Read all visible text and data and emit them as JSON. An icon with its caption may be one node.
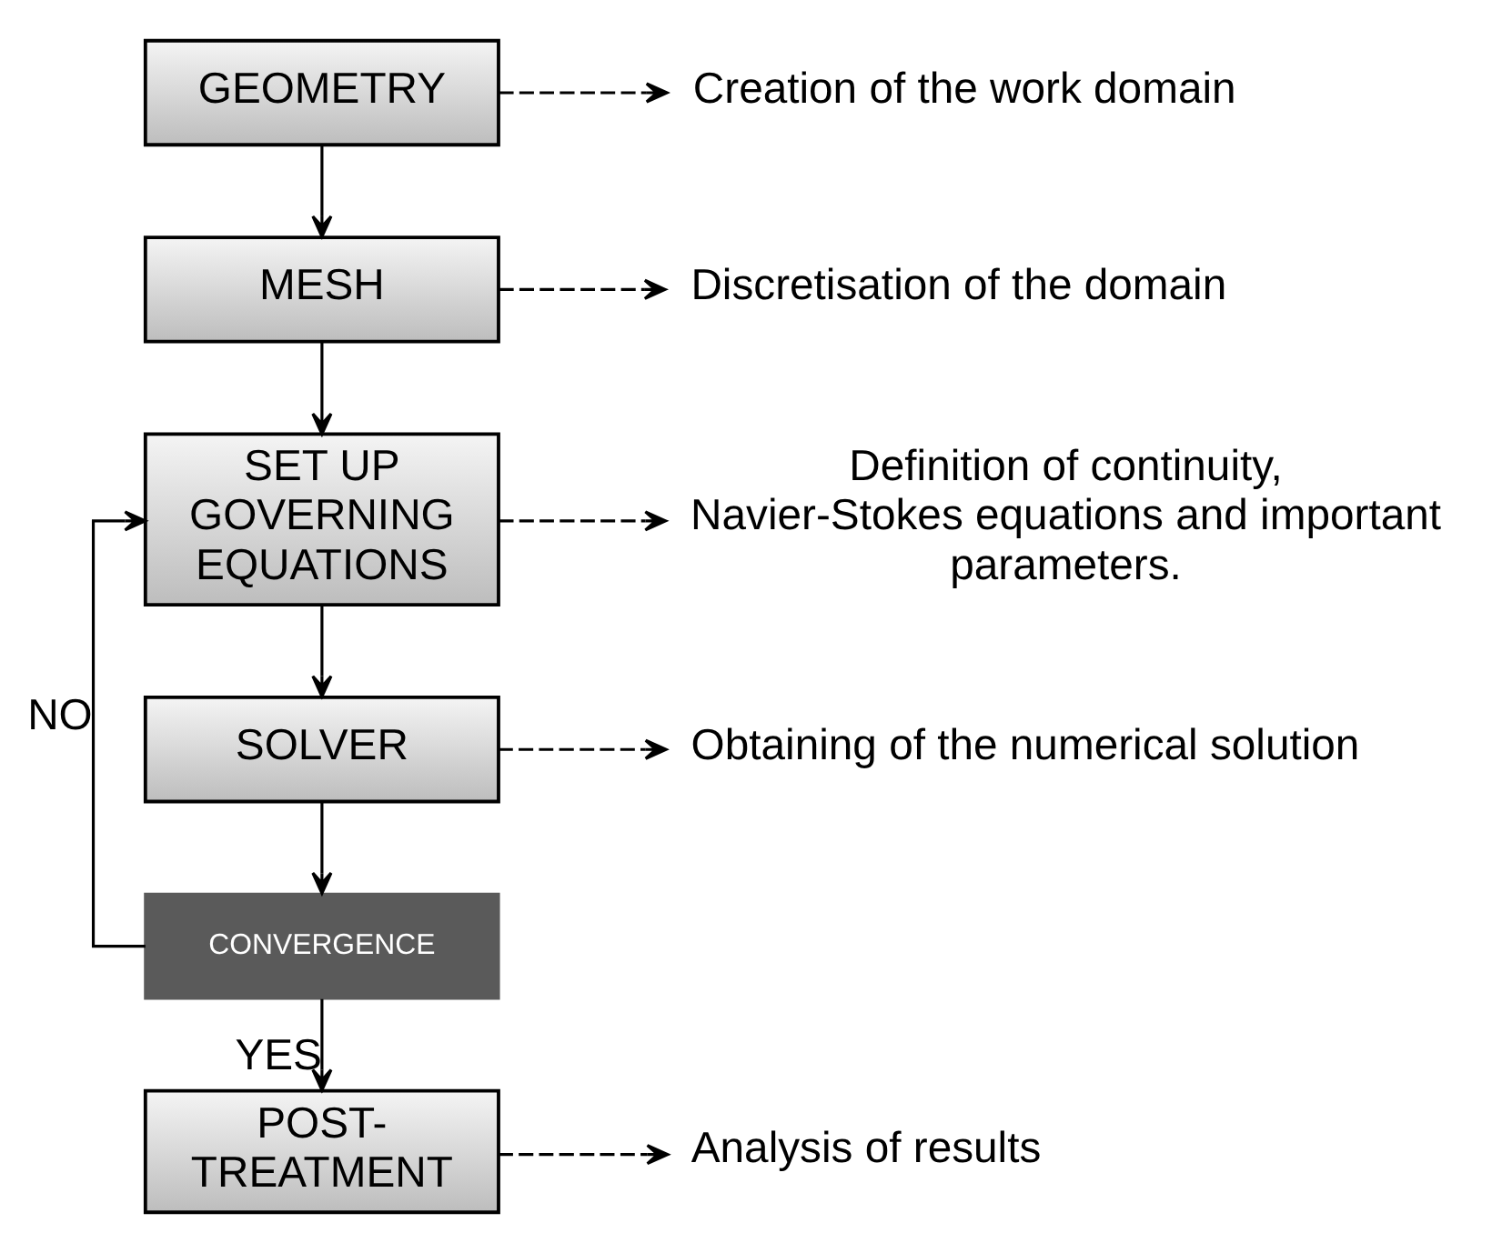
{
  "diagram": {
    "nodes": [
      {
        "text": [
          "GEOMETRY"
        ]
      },
      {
        "text": [
          "Creation of the work domain"
        ]
      },
      {
        "text": [
          "MESH"
        ]
      },
      {
        "text": [
          "Discretisation of the domain"
        ]
      },
      {
        "text": [
          "SET UP GOVERNING EQUATIONS"
        ]
      },
      {
        "text": [
          "Definition of continuity, Navier-Stokes equations and important parameters."
        ]
      },
      {
        "text": [
          "SOLVER"
        ]
      },
      {
        "text": [
          "Obtaining of the numerical solution"
        ]
      },
      {
        "text": [
          "CONVERGENCE"
        ]
      },
      {
        "text": [
          "POST- TREATMENT"
        ]
      },
      {
        "text": [
          "Analysis of results"
        ]
      }
    ],
    "edges": [
      {
        "from": 0,
        "to": 1,
        "arrow": "to",
        "style": "dashed"
      },
      {
        "from": 0,
        "to": 2,
        "arrow": "to"
      },
      {
        "from": 2,
        "to": 3,
        "arrow": "to",
        "style": "dashed"
      },
      {
        "from": 2,
        "to": 4,
        "arrow": "to"
      },
      {
        "from": 4,
        "to": 5,
        "arrow": "to",
        "style": "dashed"
      },
      {
        "from": 4,
        "to": 6,
        "arrow": "to"
      },
      {
        "from": 6,
        "to": 7,
        "arrow": "to",
        "style": "dashed"
      },
      {
        "from": 6,
        "to": 8,
        "arrow": "to"
      },
      {
        "from": 8,
        "to": 4,
        "arrow": "to",
        "label": "NO"
      },
      {
        "from": 8,
        "to": 9,
        "arrow": "to",
        "label": "YES"
      },
      {
        "from": 9,
        "to": 10,
        "arrow": "to",
        "style": "dashed"
      }
    ]
  }
}
